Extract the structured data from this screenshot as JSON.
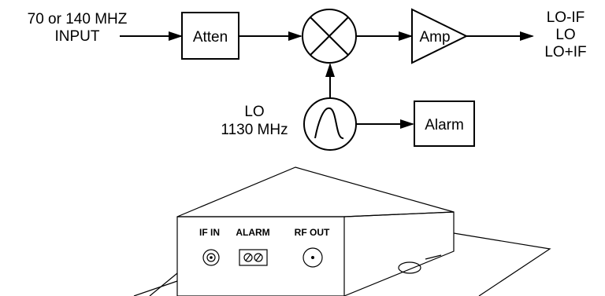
{
  "diagram": {
    "input_label_1": "70 or 140 MHZ",
    "input_label_2": "INPUT",
    "atten_label": "Atten",
    "amp_label": "Amp",
    "output_label_1": "LO-IF",
    "output_label_2": "LO",
    "output_label_3": "LO+IF",
    "lo_label_1": "LO",
    "lo_label_2": "1130 MHz",
    "alarm_label": "Alarm"
  },
  "device": {
    "if_in_label": "IF IN",
    "alarm_label": "ALARM",
    "rf_out_label": "RF OUT"
  }
}
